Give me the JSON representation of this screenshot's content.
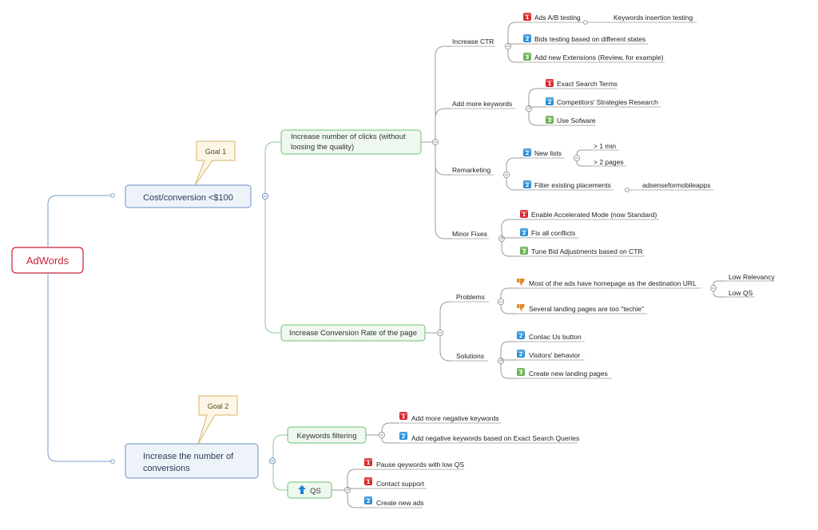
{
  "root": {
    "label": "AdWords"
  },
  "goals": [
    {
      "callout": "Goal 1",
      "label_lines": [
        "Cost/conversion  <$100"
      ],
      "branches": [
        {
          "label_lines": [
            "Increase number of clicks (without",
            "loosing the quality)"
          ],
          "children": [
            {
              "label": "Increase CTR",
              "items": [
                {
                  "priority": "1",
                  "label": "Ads A/B testing",
                  "children": [
                    "Keywords insertion testing"
                  ]
                },
                {
                  "priority": "2",
                  "label": "Bids testing based on different states"
                },
                {
                  "priority": "3",
                  "label": "Add new Extensions (Review, for example)"
                }
              ]
            },
            {
              "label": "Add more keywords",
              "items": [
                {
                  "priority": "1",
                  "label": "Exact Search Terms"
                },
                {
                  "priority": "2",
                  "label": "Competitors' Strategies Research"
                },
                {
                  "priority": "3",
                  "label": "Use Sofware"
                }
              ]
            },
            {
              "label": "Remarketing",
              "items": [
                {
                  "priority": "2",
                  "label": "New lists",
                  "children": [
                    "> 1 min",
                    "> 2 pages"
                  ]
                },
                {
                  "priority": "2",
                  "label": "Filter existing placements",
                  "children": [
                    "adsenseformobileapps"
                  ]
                }
              ]
            },
            {
              "label": "Minor Fixes",
              "items": [
                {
                  "priority": "1",
                  "label": "Enable Accelerated Mode (now Standard)"
                },
                {
                  "priority": "2",
                  "label": "Fix all conflicts"
                },
                {
                  "priority": "3",
                  "label": "Tune Bid Adjustments based on CTR"
                }
              ]
            }
          ]
        },
        {
          "label_lines": [
            "Increase Conversion Rate of the page"
          ],
          "children": [
            {
              "label": "Problems",
              "items": [
                {
                  "priority": "thumb-down",
                  "label": "Most of the ads have homepage as the destination URL",
                  "children": [
                    "Low Relevancy",
                    "Low QS"
                  ]
                },
                {
                  "priority": "thumb-down",
                  "label": "Several landing pages are too \"techie\""
                }
              ]
            },
            {
              "label": "Solutions",
              "items": [
                {
                  "priority": "2",
                  "label": "Contac Us button"
                },
                {
                  "priority": "2",
                  "label": "Visitors' behavior"
                },
                {
                  "priority": "3",
                  "label": "Create new landing pages"
                }
              ]
            }
          ]
        }
      ]
    },
    {
      "callout": "Goal 2",
      "label_lines": [
        "Increase the number of",
        "conversions"
      ],
      "branches": [
        {
          "label_lines": [
            "Keywords filtering"
          ],
          "items": [
            {
              "priority": "1",
              "label": "Add more negative keywords"
            },
            {
              "priority": "2",
              "label": "Add negative keywords based on Exact Search Queries"
            }
          ]
        },
        {
          "icon": "arrow-up-icon",
          "label_lines": [
            "QS"
          ],
          "items": [
            {
              "priority": "1",
              "label": "Pause qeywords with low QS"
            },
            {
              "priority": "1",
              "label": "Contact support"
            },
            {
              "priority": "2",
              "label": "Create new ads"
            }
          ]
        }
      ]
    }
  ],
  "colors": {
    "root_border": "#c8213a",
    "goal_border": "#6b8fc2",
    "goal_fill": "#eef3fa",
    "branch_border": "#6fbf73",
    "branch_fill": "#eef8ee",
    "callout_border": "#d9b36a",
    "callout_fill": "#fdf6e6",
    "line_blue": "#7a9cc9",
    "line_green": "#8cc98f",
    "line_gray": "#9a9a9a",
    "prio1": "#d9262c",
    "prio2": "#2a8fd8",
    "prio3": "#6ab04c",
    "thumb": "#e08a2a"
  }
}
